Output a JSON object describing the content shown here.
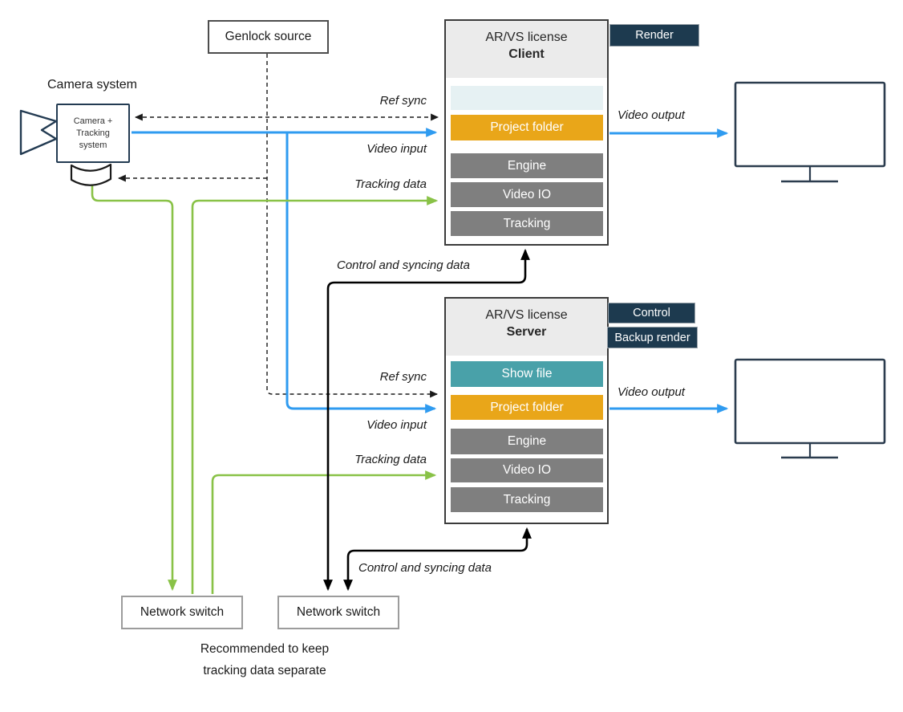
{
  "diagram_title": "AR/VS client-server video and tracking signal flow",
  "colors": {
    "video_line_blue": "#2F9BF0",
    "tracking_line_green": "#89C247",
    "control_line_black": "#000000",
    "ref_sync_dashed": "#1a1a1a",
    "device_stroke_navy": "#233B52",
    "badge_bg": "#1D3A4F",
    "project_folder_orange": "#E9A619",
    "show_file_teal": "#49A1A9",
    "module_gray": "#7F7F7F",
    "empty_slot_pale": "#E6F1F3",
    "header_gray": "#EBEBEB"
  },
  "camera": {
    "title": "Camera system",
    "box_line1": "Camera +",
    "box_line2": "Tracking",
    "box_line3": "system"
  },
  "genlock": {
    "label": "Genlock source"
  },
  "client": {
    "license": "AR/VS license",
    "role": "Client",
    "rows": {
      "slot": "",
      "project": "Project folder",
      "engine": "Engine",
      "video_io": "Video IO",
      "tracking": "Tracking"
    },
    "badges": {
      "render": "Render"
    }
  },
  "server": {
    "license": "AR/VS license",
    "role": "Server",
    "rows": {
      "show_file": "Show file",
      "project": "Project folder",
      "engine": "Engine",
      "video_io": "Video IO",
      "tracking": "Tracking"
    },
    "badges": {
      "control": "Control",
      "backup": "Backup render"
    }
  },
  "labels": {
    "ref_sync": "Ref sync",
    "video_input": "Video input",
    "tracking_data": "Tracking data",
    "video_output": "Video output",
    "control_sync": "Control and syncing data"
  },
  "switches": {
    "left": "Network switch",
    "right": "Network switch"
  },
  "note": {
    "line1": "Recommended to keep",
    "line2": "tracking data separate"
  }
}
